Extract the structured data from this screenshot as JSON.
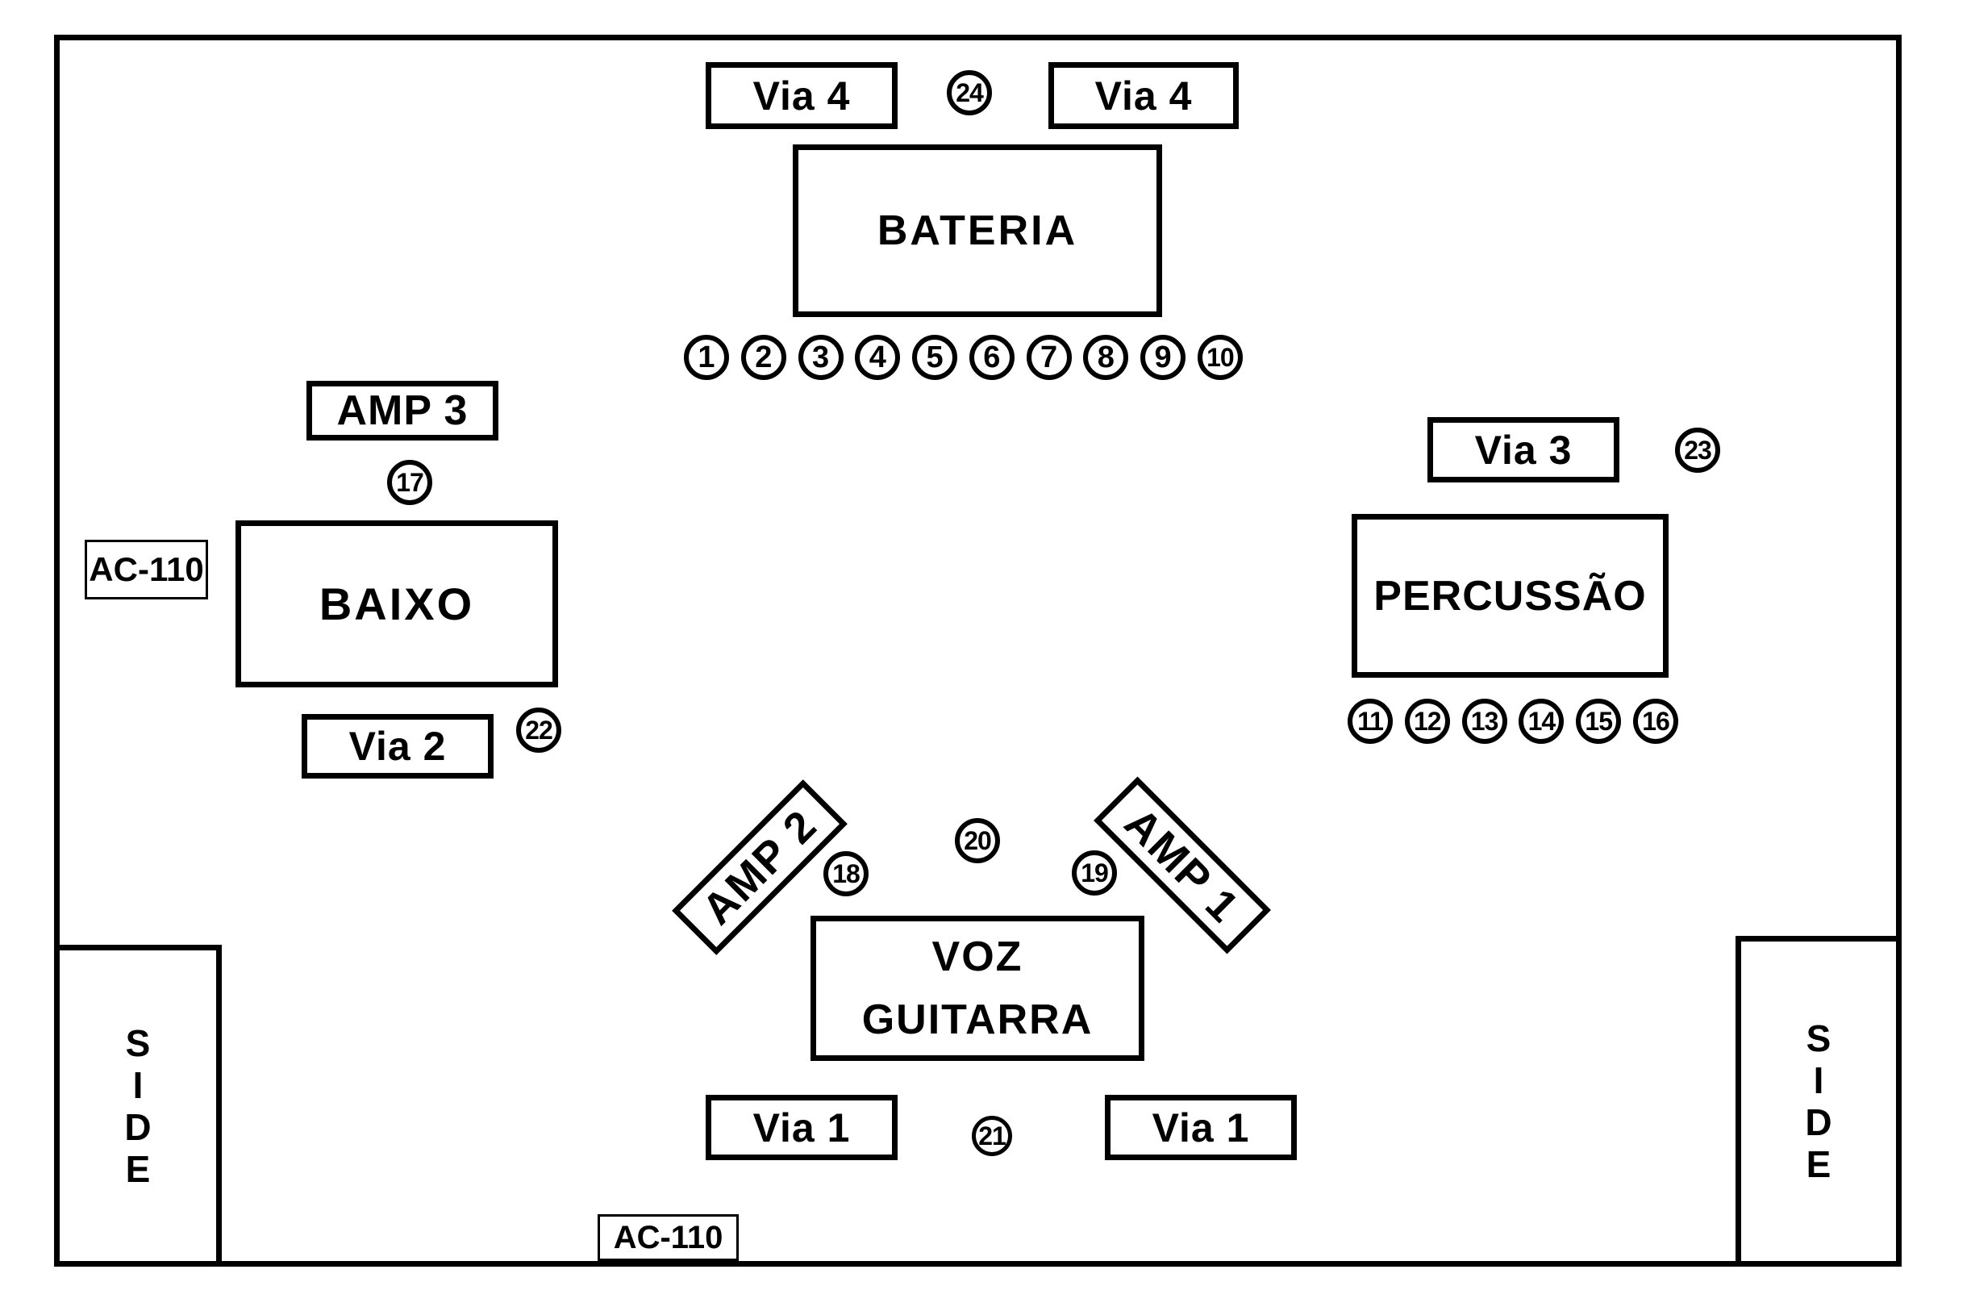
{
  "stage": {
    "instruments": {
      "bateria": "BATERIA",
      "baixo": "BAIXO",
      "percussao": "PERCUSSÃO",
      "voz_line1": "VOZ",
      "voz_line2": "GUITARRA"
    },
    "amps": {
      "amp1": "AMP 1",
      "amp2": "AMP 2",
      "amp3": "AMP 3"
    },
    "monitors": {
      "via4_left": "Via 4",
      "via4_right": "Via 4",
      "via3": "Via 3",
      "via2": "Via 2",
      "via1_left": "Via 1",
      "via1_right": "Via 1"
    },
    "power": {
      "left": "AC-110",
      "bottom": "AC-110"
    },
    "sides": {
      "left": "SIDE",
      "right": "SIDE"
    },
    "mics": {
      "bateria_row": [
        "1",
        "2",
        "3",
        "4",
        "5",
        "6",
        "7",
        "8",
        "9",
        "10"
      ],
      "percussao_row": [
        "11",
        "12",
        "13",
        "14",
        "15",
        "16"
      ],
      "amp3_mic": "17",
      "amp2_mic": "18",
      "amp1_mic": "19",
      "center_mic": "20",
      "voz_mic": "21",
      "via2_mic": "22",
      "via3_mic": "23",
      "via4_mic": "24"
    },
    "colors": {
      "ink": "#000000",
      "paper": "#ffffff"
    }
  }
}
